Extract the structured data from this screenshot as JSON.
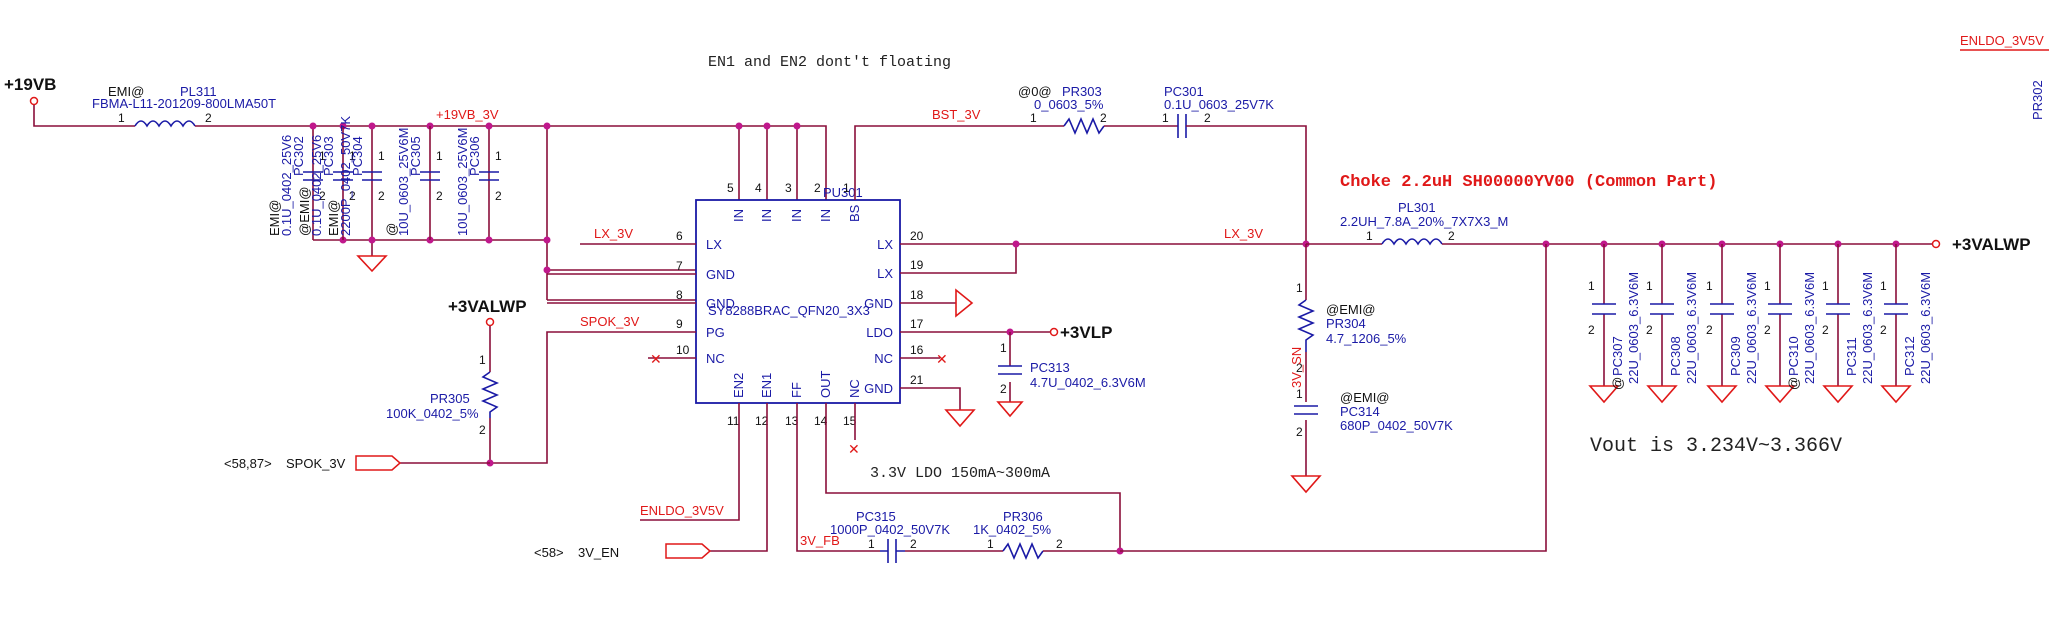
{
  "notes": {
    "en_floating": "EN1 and EN2 dont't floating",
    "choke": "Choke  2.2uH  SH00000YV00  (Common Part)",
    "ldo": "3.3V LDO 150mA~300mA",
    "vout": "Vout  is  3.234V~3.366V"
  },
  "ports": {
    "vb19": "+19VB",
    "valwp_out": "+3VALWP",
    "valwp_pullup": "+3VALWP",
    "vlp": "+3VLP",
    "enldo_top": "ENLDO_3V5V",
    "spok_ref": "<58,87>",
    "spok_name": "SPOK_3V",
    "en_ref": "<58>",
    "en_name": "3V_EN"
  },
  "nets": {
    "vb19_3v": "+19VB_3V",
    "bst": "BST_3V",
    "lx_left": "LX_3V",
    "lx_right": "LX_3V",
    "spok": "SPOK_3V",
    "enldo": "ENLDO_3V5V",
    "fb": "3V_FB",
    "en": "3V_EN"
  },
  "ic": {
    "ref": "PU301",
    "part": "SY8288BRAC_QFN20_3X3",
    "left_pins": [
      {
        "num": "6",
        "name": "LX"
      },
      {
        "num": "7",
        "name": "GND"
      },
      {
        "num": "8",
        "name": "GND"
      },
      {
        "num": "9",
        "name": "PG"
      },
      {
        "num": "10",
        "name": "NC"
      }
    ],
    "right_pins": [
      {
        "num": "20",
        "name": "LX"
      },
      {
        "num": "19",
        "name": "LX"
      },
      {
        "num": "18",
        "name": "GND"
      },
      {
        "num": "17",
        "name": "LDO"
      },
      {
        "num": "16",
        "name": "NC"
      },
      {
        "num": "21",
        "name": "GND"
      }
    ],
    "top_pins": [
      {
        "num": "5",
        "name": "IN"
      },
      {
        "num": "4",
        "name": "IN"
      },
      {
        "num": "3",
        "name": "IN"
      },
      {
        "num": "2",
        "name": "IN"
      },
      {
        "num": "1",
        "name": "BS"
      }
    ],
    "bottom_pins": [
      {
        "num": "11",
        "name": "EN2"
      },
      {
        "num": "12",
        "name": "EN1"
      },
      {
        "num": "13",
        "name": "FF"
      },
      {
        "num": "14",
        "name": "OUT"
      },
      {
        "num": "15",
        "name": "NC"
      }
    ]
  },
  "components": {
    "pl311": {
      "prefix": "EMI@",
      "ref": "PL311",
      "value": "FBMA-L11-201209-800LMA50T",
      "pin1": "1",
      "pin2": "2"
    },
    "pr303": {
      "prefix": "@0@",
      "ref": "PR303",
      "value": "0_0603_5%",
      "pin1": "1",
      "pin2": "2"
    },
    "pc301": {
      "ref": "PC301",
      "value": "0.1U_0603_25V7K",
      "pin1": "1",
      "pin2": "2"
    },
    "pl301": {
      "ref": "PL301",
      "value": "2.2UH_7.8A_20%_7X7X3_M",
      "pin1": "1",
      "pin2": "2"
    },
    "pr304": {
      "prefix": "@EMI@",
      "ref": "PR304",
      "value": "4.7_1206_5%",
      "pin1": "1",
      "pin2": "2"
    },
    "pc314": {
      "prefix": "@EMI@",
      "ref": "PC314",
      "value": "680P_0402_50V7K",
      "pin1": "1",
      "pin2": "2"
    },
    "pc313": {
      "ref": "PC313",
      "value": "4.7U_0402_6.3V6M",
      "pin1": "1",
      "pin2": "2"
    },
    "pr305": {
      "ref": "PR305",
      "value": "100K_0402_5%",
      "pin1": "1",
      "pin2": "2"
    },
    "pc315": {
      "ref": "PC315",
      "value": "1000P_0402_50V7K",
      "pin1": "1",
      "pin2": "2"
    },
    "pr306": {
      "ref": "PR306",
      "value": "1K_0402_5%",
      "pin1": "1",
      "pin2": "2"
    },
    "pr302": {
      "ref": "PR302"
    }
  },
  "input_caps": [
    {
      "ref": "PC302",
      "value": "0.1U_0402_25V6",
      "prefix": "EMI@"
    },
    {
      "ref": "PC303",
      "value": "0.1U_0402_25V6",
      "prefix": "@EMI@"
    },
    {
      "ref": "PC304",
      "value": "2200P_0402_50V7K",
      "prefix": "EMI@"
    },
    {
      "ref": "PC305",
      "value": "10U_0603_25V6M",
      "prefix": "@"
    },
    {
      "ref": "PC306",
      "value": "10U_0603_25V6M",
      "prefix": ""
    }
  ],
  "output_caps": [
    {
      "ref": "PC307",
      "value": "22U_0603_6.3V6M",
      "prefix": "@"
    },
    {
      "ref": "PC308",
      "value": "22U_0603_6.3V6M",
      "prefix": ""
    },
    {
      "ref": "PC309",
      "value": "22U_0603_6.3V6M",
      "prefix": ""
    },
    {
      "ref": "PC310",
      "value": "22U_0603_6.3V6M",
      "prefix": "@"
    },
    {
      "ref": "PC311",
      "value": "22U_0603_6.3V6M",
      "prefix": ""
    },
    {
      "ref": "PC312",
      "value": "22U_0603_6.3V6M",
      "prefix": ""
    }
  ],
  "pin_digits": {
    "one": "1",
    "two": "2"
  }
}
